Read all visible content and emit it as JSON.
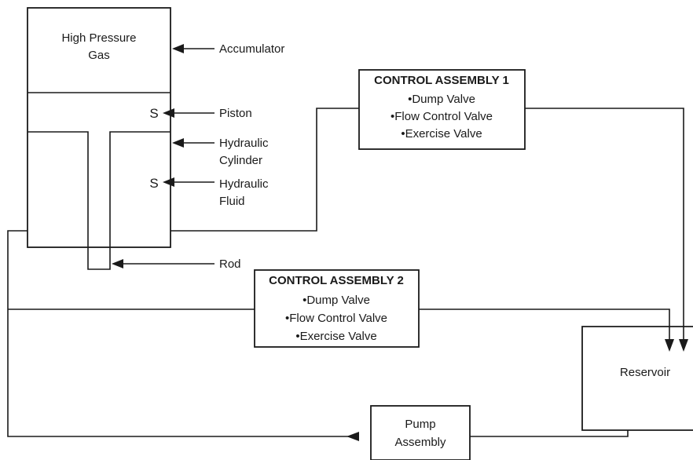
{
  "accumulator": {
    "gas_line1": "High Pressure",
    "gas_line2": "Gas",
    "piston_symbol": "S",
    "fluid_symbol": "S"
  },
  "labels": {
    "accumulator": "Accumulator",
    "piston": "Piston",
    "hydraulic_cylinder_line1": "Hydraulic",
    "hydraulic_cylinder_line2": "Cylinder",
    "hydraulic_fluid_line1": "Hydraulic",
    "hydraulic_fluid_line2": "Fluid",
    "rod": "Rod"
  },
  "control_assembly_1": {
    "title": "CONTROL ASSEMBLY 1",
    "items": [
      "•Dump Valve",
      "•Flow Control Valve",
      "•Exercise Valve"
    ]
  },
  "control_assembly_2": {
    "title": "CONTROL ASSEMBLY 2",
    "items": [
      "•Dump Valve",
      "•Flow Control Valve",
      "•Exercise Valve"
    ]
  },
  "reservoir": {
    "label": "Reservoir"
  },
  "pump_assembly": {
    "line1": "Pump",
    "line2": "Assembly"
  }
}
